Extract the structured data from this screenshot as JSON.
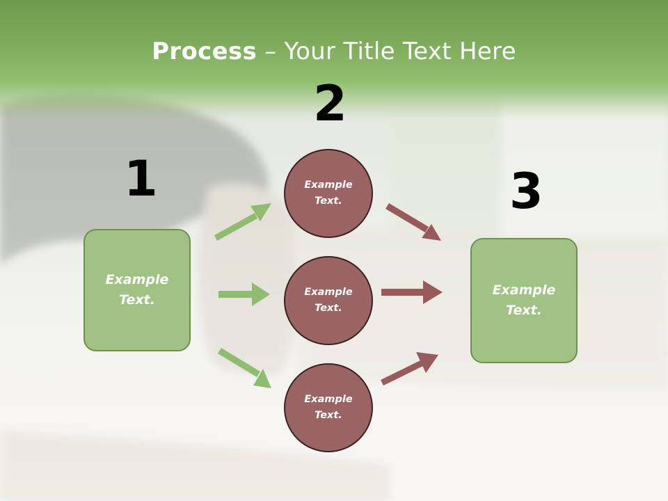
{
  "slide": {
    "title_bold": "Process",
    "title_rest": " – Your Title Text Here"
  },
  "steps": {
    "one": "1",
    "two": "2",
    "three": "3"
  },
  "left_box": {
    "text": "Example Text."
  },
  "circles": [
    {
      "text": "Example Text."
    },
    {
      "text": "Example Text."
    },
    {
      "text": "Example Text."
    }
  ],
  "right_box": {
    "text": "Example Text."
  },
  "colors": {
    "header_green": "#7dab59",
    "box_green": "#a0c284",
    "circle_red": "#9a6464",
    "arrow_green": "#8fbc6f",
    "arrow_red": "#985a5a"
  }
}
